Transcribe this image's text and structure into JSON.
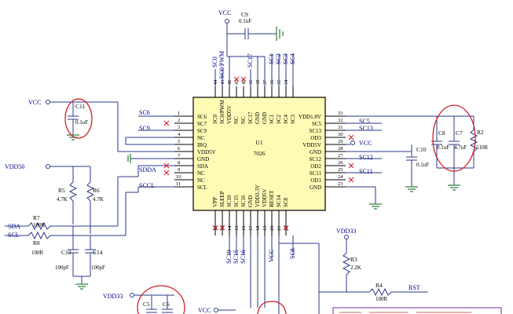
{
  "chip": {
    "ref": "U1",
    "part": "7026",
    "left_pins": [
      {
        "num": "1",
        "name": "SC6"
      },
      {
        "num": "2",
        "name": "SC7"
      },
      {
        "num": "3",
        "name": "SC9"
      },
      {
        "num": "4",
        "name": "NC"
      },
      {
        "num": "5",
        "name": "IRQ"
      },
      {
        "num": "6",
        "name": "VDD5V"
      },
      {
        "num": "7",
        "name": "GND"
      },
      {
        "num": "8",
        "name": "SDA"
      },
      {
        "num": "9",
        "name": "NC"
      },
      {
        "num": "10",
        "name": "NC"
      },
      {
        "num": "11",
        "name": "SCL"
      }
    ],
    "right_pins": [
      {
        "num": "33",
        "name": "VDD1.8V"
      },
      {
        "num": "32",
        "name": "SC5"
      },
      {
        "num": "31",
        "name": "SC13"
      },
      {
        "num": "30",
        "name": "OD3"
      },
      {
        "num": "29",
        "name": "VDD5V"
      },
      {
        "num": "28",
        "name": "GND"
      },
      {
        "num": "27",
        "name": "SC12"
      },
      {
        "num": "26",
        "name": "OD2"
      },
      {
        "num": "25",
        "name": "SC11"
      },
      {
        "num": "24",
        "name": "OD1"
      },
      {
        "num": "23",
        "name": "GND"
      }
    ],
    "top_pins": [
      {
        "num": "44",
        "name": "SC0"
      },
      {
        "num": "43",
        "name": "SC0/PWM"
      },
      {
        "num": "42",
        "name": "VDD5V"
      },
      {
        "num": "41",
        "name": "NC"
      },
      {
        "num": "40",
        "name": "NC"
      },
      {
        "num": "39",
        "name": "SC17"
      },
      {
        "num": "38",
        "name": "GND"
      },
      {
        "num": "37",
        "name": "GND"
      },
      {
        "num": "36",
        "name": "SC1"
      },
      {
        "num": "35",
        "name": "SC2"
      },
      {
        "num": "34",
        "name": "SC4"
      },
      {
        "num": "",
        "name": "SC3"
      }
    ],
    "bottom_pins": [
      {
        "num": "12",
        "name": "VPP"
      },
      {
        "num": "13",
        "name": "SLEEP"
      },
      {
        "num": "14",
        "name": "SC10"
      },
      {
        "num": "15",
        "name": "SC15"
      },
      {
        "num": "16",
        "name": "SC16"
      },
      {
        "num": "17",
        "name": "GND"
      },
      {
        "num": "18",
        "name": "VDD3.3V"
      },
      {
        "num": "19",
        "name": "VDD5V"
      },
      {
        "num": "20",
        "name": "RESET"
      },
      {
        "num": "21",
        "name": "SC14"
      },
      {
        "num": "22",
        "name": "SC8"
      }
    ]
  },
  "nets": {
    "vcc": "VCC",
    "vdd50": "VDD50",
    "vdd33": "VDD33",
    "sc6": "SC6",
    "sc9": "SC9",
    "sdda": "SDDA",
    "sccl": "SCCL",
    "sda": "SDA",
    "scl": "SCL",
    "sc5": "SC5",
    "sc13": "SC13",
    "sc12": "SC12",
    "sc11": "SC11",
    "rst": "RST",
    "top_sc0": "SC0",
    "top_sc17": "SC17",
    "top_sc1": "SC1",
    "top_sc2": "SC2",
    "top_sc3": "SC3",
    "top_sc4": "SC4",
    "top_sc0pwm": "SC0/PWM",
    "bot_sc10": "SC10",
    "bot_sc15": "SC15",
    "bot_sc16": "SC16",
    "bot_vcc": "VCC",
    "bot_sc8": "SC8"
  },
  "components": {
    "c9": {
      "ref": "C9",
      "val": "0.1uF"
    },
    "c11": {
      "ref": "C11",
      "val": "0.1uF"
    },
    "c10": {
      "ref": "C10",
      "val": "0.1uF"
    },
    "c8": {
      "ref": "C8",
      "val": "0.1uF"
    },
    "c7": {
      "ref": "C7",
      "val": "4.7uF"
    },
    "r2": {
      "ref": "R2",
      "val": "510R"
    },
    "r5": {
      "ref": "R5",
      "val": "4.7K"
    },
    "r6": {
      "ref": "R6",
      "val": "4.7K"
    },
    "r7": {
      "ref": "R7",
      "val": "100R"
    },
    "r8": {
      "ref": "R8",
      "val": "100R"
    },
    "c13": {
      "ref": "C13",
      "val": "100pF"
    },
    "c14": {
      "ref": "C14",
      "val": "100pF"
    },
    "r3": {
      "ref": "R3",
      "val": "2.2K"
    },
    "r4": {
      "ref": "R4",
      "val": "100R"
    },
    "c5": {
      "ref": "C5"
    },
    "c6": {
      "ref": "C6"
    }
  },
  "colors": {
    "wire": "#2b3a8a",
    "chip_fill": "#fefcb4",
    "no_connect": "#d0202a",
    "ground": "#2b7a3a",
    "highlight": "#d0202a",
    "annotation_box": "#8a4fbf"
  }
}
